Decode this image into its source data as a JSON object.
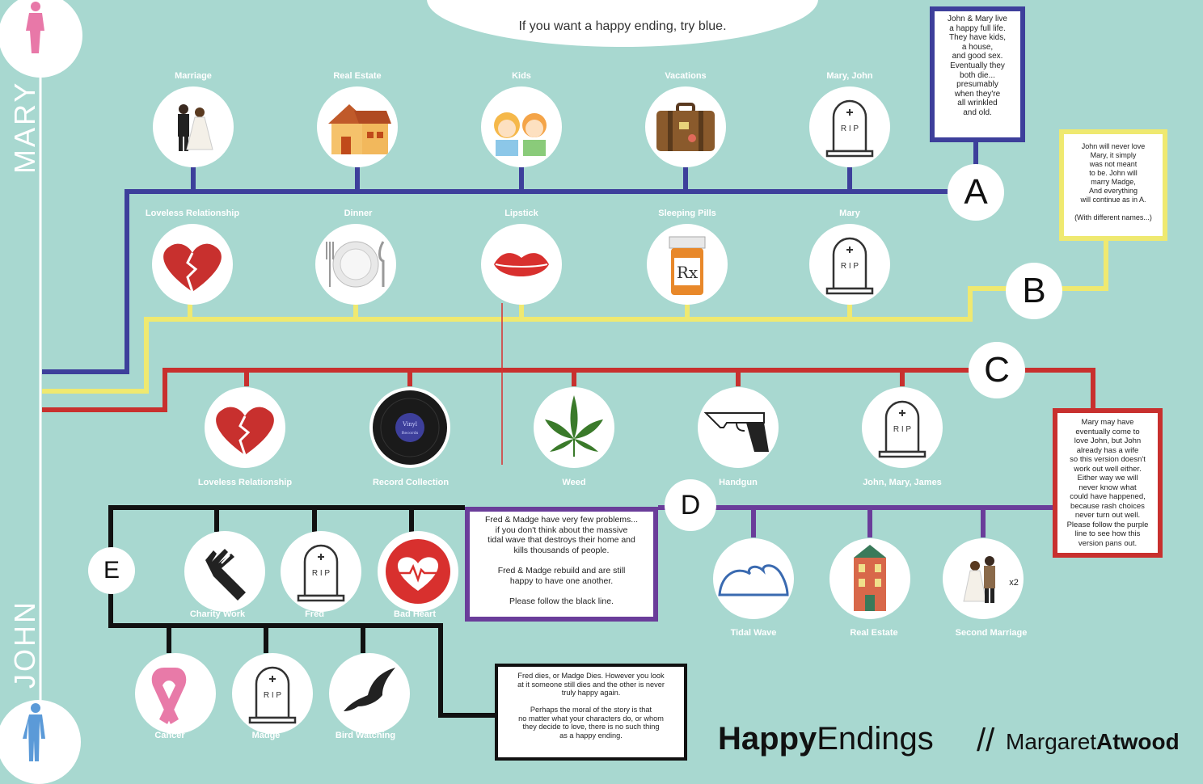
{
  "colors": {
    "background": "#a8d8d0",
    "route_a": "#3d3f9b",
    "route_b": "#efe970",
    "route_c": "#c8302e",
    "route_d": "#6a3d9a",
    "route_e": "#111111"
  },
  "header": {
    "speech": "If you want a happy ending, try blue."
  },
  "side": {
    "top": "MARY",
    "bottom": "JOHN"
  },
  "routes": {
    "a": "A",
    "b": "B",
    "c": "C",
    "d": "D",
    "e": "E"
  },
  "nodes": {
    "a": [
      {
        "label": "Marriage",
        "icon": "couple-icon"
      },
      {
        "label": "Real Estate",
        "icon": "house-icon"
      },
      {
        "label": "Kids",
        "icon": "kids-icon"
      },
      {
        "label": "Vacations",
        "icon": "suitcase-icon"
      },
      {
        "label": "Mary, John",
        "icon": "tombstone-icon"
      }
    ],
    "b": [
      {
        "label": "Loveless Relationship",
        "icon": "broken-heart-icon"
      },
      {
        "label": "Dinner",
        "icon": "plate-icon"
      },
      {
        "label": "Lipstick",
        "icon": "lips-icon"
      },
      {
        "label": "Sleeping Pills",
        "icon": "pill-bottle-icon"
      },
      {
        "label": "Mary",
        "icon": "tombstone-icon"
      }
    ],
    "c": [
      {
        "label": "Loveless Relationship",
        "icon": "broken-heart-icon"
      },
      {
        "label": "Record Collection",
        "icon": "vinyl-record-icon"
      },
      {
        "label": "Weed",
        "icon": "leaf-icon"
      },
      {
        "label": "Handgun",
        "icon": "handgun-icon"
      },
      {
        "label": "John, Mary, James",
        "icon": "tombstone-icon"
      }
    ],
    "d": [
      {
        "label": "Tidal Wave",
        "icon": "wave-icon"
      },
      {
        "label": "Real Estate",
        "icon": "building-icon"
      },
      {
        "label": "Second Marriage",
        "icon": "couple-icon"
      }
    ],
    "e_top": [
      {
        "label": "Charity Work",
        "icon": "hands-icon"
      },
      {
        "label": "Fred",
        "icon": "tombstone-icon"
      },
      {
        "label": "Bad Heart",
        "icon": "heartbeat-icon"
      }
    ],
    "e_bottom": [
      {
        "label": "Cancer",
        "icon": "ribbon-icon"
      },
      {
        "label": "Madge",
        "icon": "tombstone-icon"
      },
      {
        "label": "Bird Watching",
        "icon": "bird-icon"
      }
    ]
  },
  "marks": {
    "rip": "R I P",
    "vinyl_title": "Vinyl",
    "vinyl_sub": "Records",
    "rx": "Rx",
    "x2": "x2"
  },
  "boxes": {
    "a": "John & Mary live\na happy full life.\nThey have kids,\na house,\nand good sex.\nEventually they\nboth die...\npresumably\nwhen they're\nall wrinkled\nand old.",
    "b": "John will never love\nMary, it simply\nwas not meant\nto be. John will\nmarry Madge,\nAnd everything\nwill continue as in A.\n\n(With different names...)",
    "c": "Mary may have\neventually come to\nlove John, but John\nalready has a wife\nso this version doesn't\nwork out well either.\nEither way we will\nnever know what\ncould have happened,\nbecause rash choices\nnever turn out well.\nPlease follow the purple\nline to see how this\nversion pans out.",
    "d": "Fred & Madge have very few problems...\nif you don't think about the massive\ntidal wave that destroys their home and\nkills thousands of people.\n\nFred & Madge rebuild and are still\nhappy to have one another.\n\nPlease follow the black line.",
    "e": "Fred dies, or Madge Dies. However you look\nat it someone still dies and the other is never\ntruly happy again.\n\nPerhaps the moral of the story is that\nno matter what your characters do, or whom\nthey decide to love, there is no such thing\nas a happy ending."
  },
  "footer": {
    "title_bold": "Happy",
    "title_rest": "Endings",
    "slash": "//",
    "author_first": "Margaret",
    "author_last": "Atwood"
  }
}
